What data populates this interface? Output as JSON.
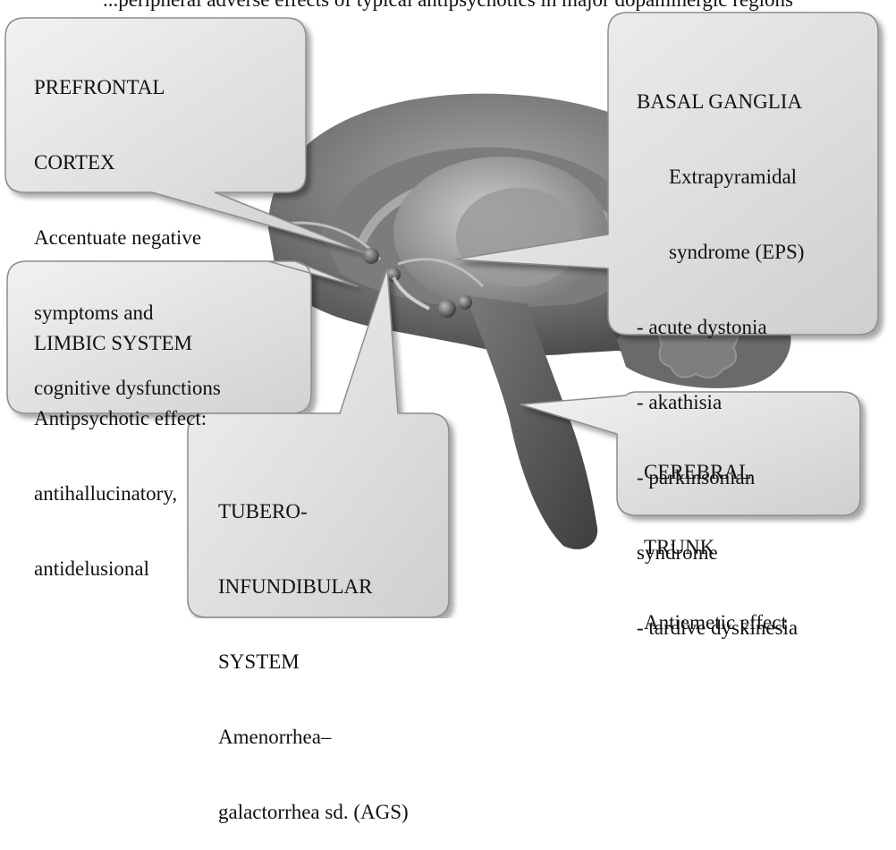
{
  "caption_fragment": "...peripheral adverse effects of typical antipsychotics in major dopaminergic regions",
  "callouts": {
    "prefrontal": {
      "title_lines": [
        "PREFRONTAL",
        "CORTEX"
      ],
      "effect_lines": [
        "Accentuate negative",
        "symptoms and",
        "cognitive dysfunctions"
      ]
    },
    "basal": {
      "title_lines": [
        "BASAL GANGLIA"
      ],
      "effect_lines": [
        "Extrapyramidal",
        "syndrome (EPS)"
      ],
      "list_lines": [
        "- acute dystonia",
        "- akathisia",
        "- parkinsonian",
        "syndrome",
        "- tardive dyskinesia"
      ]
    },
    "limbic": {
      "title_lines": [
        "LIMBIC SYSTEM"
      ],
      "effect_lines": [
        "Antipsychotic effect:",
        "antihallucinatory,",
        "antidelusional"
      ]
    },
    "tubero": {
      "title_lines": [
        "TUBERO-",
        "INFUNDIBULAR",
        "SYSTEM"
      ],
      "effect_lines": [
        "Amenorrhea–",
        "galactorrhea sd. (AGS)"
      ]
    },
    "cerebral": {
      "title_lines": [
        "CEREBRAL",
        "TRUNK"
      ],
      "effect_lines": [
        "Antiemetic effect"
      ]
    }
  },
  "colors": {
    "bubble_fill": "#e6e6e6",
    "bubble_stroke": "#8c8c8c",
    "brain_dark": "#5b5b5b",
    "brain_mid": "#8a8a8a",
    "brain_light": "#bdbdbd"
  }
}
